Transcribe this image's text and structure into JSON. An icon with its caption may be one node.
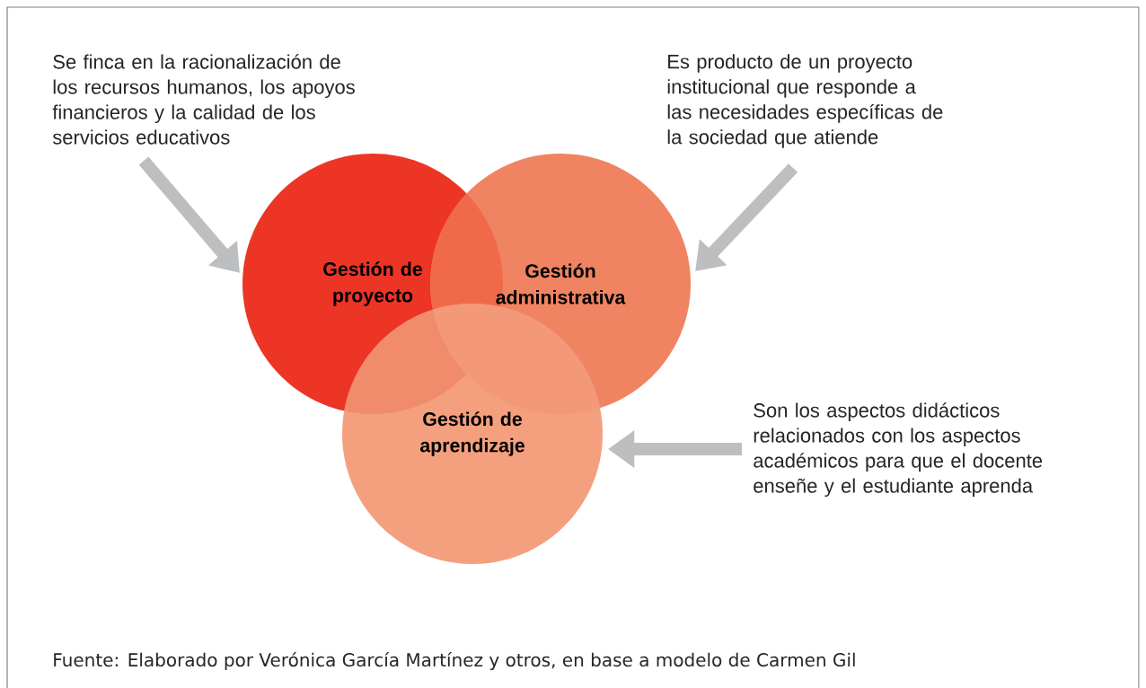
{
  "diagram": {
    "caption": "Fuente: Elaborado por Verónica García Martínez y otros, en base a modelo de Carmen Gil",
    "nodes": [
      {
        "text": [
          "Gestión de proyecto"
        ]
      },
      {
        "text": [
          "Gestión administrativa"
        ]
      },
      {
        "text": [
          "Gestión de aprendizaje"
        ]
      },
      {
        "text": [
          "Se finca en la racionalización de los recursos humanos, los apoyos financieros y la calidad de los servicios educativos"
        ]
      },
      {
        "text": [
          "Es producto de un proyecto institucional que responde a las necesidades específicas de la sociedad que atiende"
        ]
      },
      {
        "text": [
          "Son los aspectos didácticos relacionados con los aspectos académicos para que el docente enseñe y el estudiante aprenda"
        ]
      }
    ],
    "edges": [
      {
        "from": 3,
        "to": 0,
        "arrow": "to"
      },
      {
        "from": 4,
        "to": 1,
        "arrow": "to"
      },
      {
        "from": 5,
        "to": 2,
        "arrow": "to"
      }
    ]
  }
}
